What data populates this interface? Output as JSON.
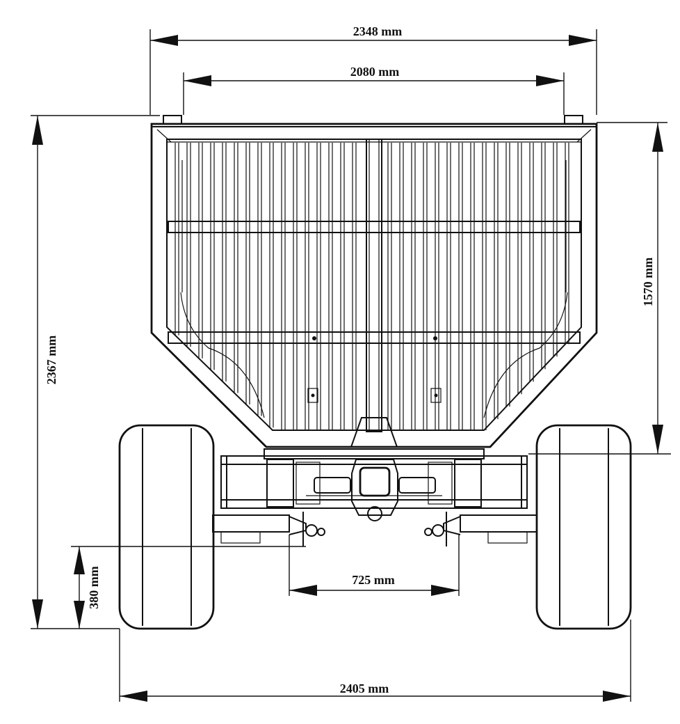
{
  "dimensions": {
    "overall_top_width": "2348 mm",
    "inner_top_width": "2080 mm",
    "overall_height": "2367 mm",
    "hopper_height": "1570 mm",
    "axle_clearance_height": "380 mm",
    "inner_track_width": "725 mm",
    "overall_track_width": "2405 mm"
  },
  "colors": {
    "line": "#111111",
    "background": "#ffffff"
  }
}
